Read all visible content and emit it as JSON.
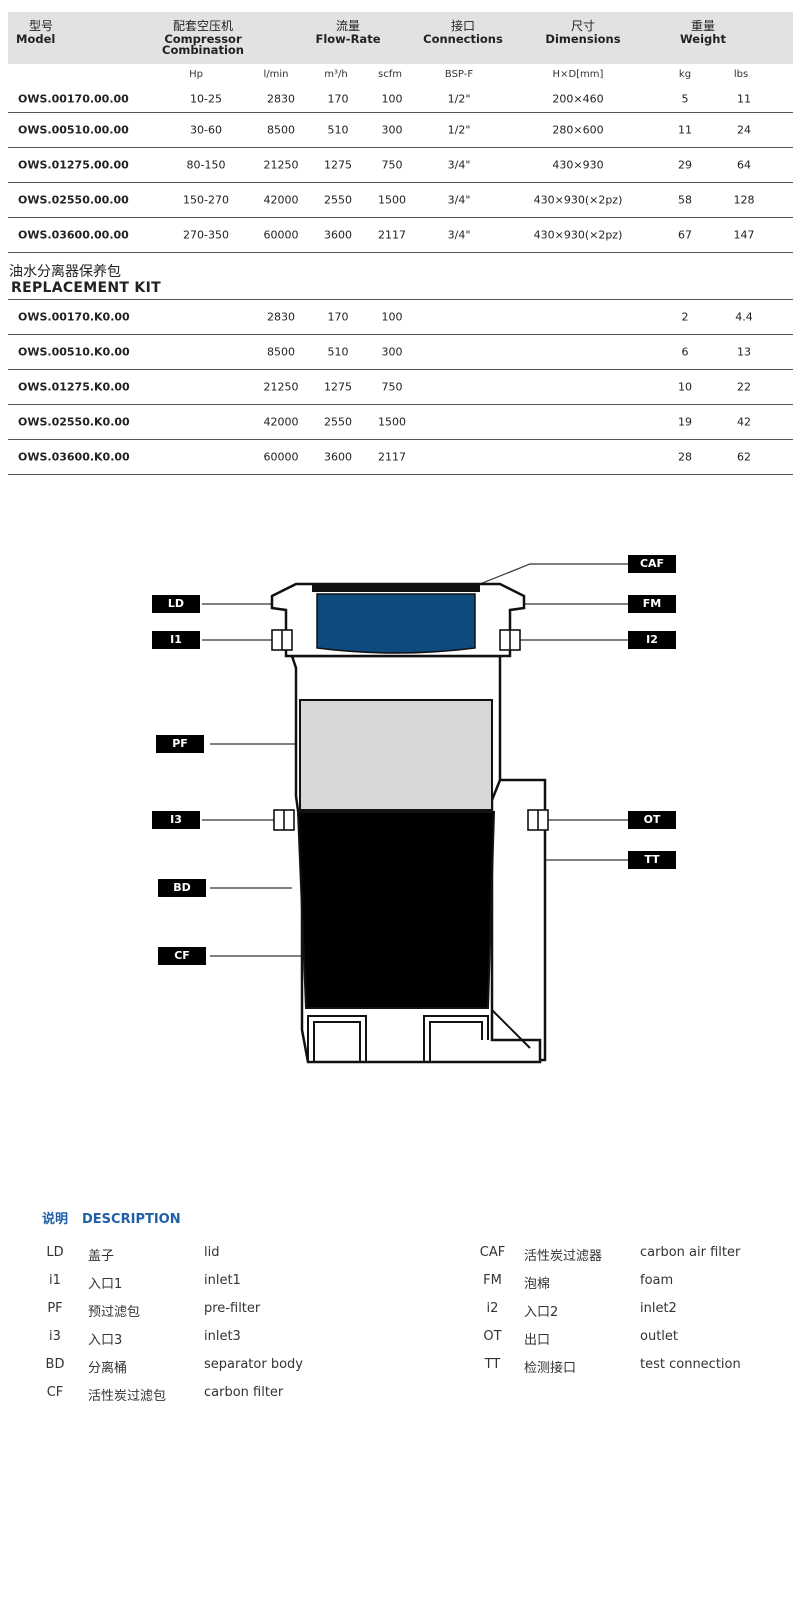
{
  "headers": {
    "model": {
      "zh": "型号",
      "en": "Model"
    },
    "compressor": {
      "zh": "配套空压机",
      "en1": "Compressor",
      "en2": "Combination"
    },
    "flow": {
      "zh": "流量",
      "en": "Flow-Rate"
    },
    "conn": {
      "zh": "接口",
      "en": "Connections"
    },
    "dim": {
      "zh": "尺寸",
      "en": "Dimensions"
    },
    "weight": {
      "zh": "重量",
      "en": "Weight"
    }
  },
  "units": {
    "hp": "Hp",
    "lmin": "l/min",
    "m3h": "m³/h",
    "scfm": "scfm",
    "bsp": "BSP-F",
    "hd": "H×D[mm]",
    "kg": "kg",
    "lbs": "lbs"
  },
  "models": [
    {
      "model": "OWS.00170.00.00",
      "hp": "10-25",
      "lmin": "2830",
      "m3h": "170",
      "scfm": "100",
      "bsp": "1/2\"",
      "hd": "200×460",
      "kg": "5",
      "lbs": "11"
    },
    {
      "model": "OWS.00510.00.00",
      "hp": "30-60",
      "lmin": "8500",
      "m3h": "510",
      "scfm": "300",
      "bsp": "1/2\"",
      "hd": "280×600",
      "kg": "11",
      "lbs": "24"
    },
    {
      "model": "OWS.01275.00.00",
      "hp": "80-150",
      "lmin": "21250",
      "m3h": "1275",
      "scfm": "750",
      "bsp": "3/4\"",
      "hd": "430×930",
      "kg": "29",
      "lbs": "64"
    },
    {
      "model": "OWS.02550.00.00",
      "hp": "150-270",
      "lmin": "42000",
      "m3h": "2550",
      "scfm": "1500",
      "bsp": "3/4\"",
      "hd": "430×930(×2pz)",
      "kg": "58",
      "lbs": "128"
    },
    {
      "model": "OWS.03600.00.00",
      "hp": "270-350",
      "lmin": "60000",
      "m3h": "3600",
      "scfm": "2117",
      "bsp": "3/4\"",
      "hd": "430×930(×2pz)",
      "kg": "67",
      "lbs": "147"
    }
  ],
  "kit": {
    "title_zh": "油水分离器保养包",
    "title_en": "REPLACEMENT KIT",
    "rows": [
      {
        "model": "OWS.00170.K0.00",
        "lmin": "2830",
        "m3h": "170",
        "scfm": "100",
        "kg": "2",
        "lbs": "4.4"
      },
      {
        "model": "OWS.00510.K0.00",
        "lmin": "8500",
        "m3h": "510",
        "scfm": "300",
        "kg": "6",
        "lbs": "13"
      },
      {
        "model": "OWS.01275.K0.00",
        "lmin": "21250",
        "m3h": "1275",
        "scfm": "750",
        "kg": "10",
        "lbs": "22"
      },
      {
        "model": "OWS.02550.K0.00",
        "lmin": "42000",
        "m3h": "2550",
        "scfm": "1500",
        "kg": "19",
        "lbs": "42"
      },
      {
        "model": "OWS.03600.K0.00",
        "lmin": "60000",
        "m3h": "3600",
        "scfm": "2117",
        "kg": "28",
        "lbs": "62"
      }
    ]
  },
  "diagram_labels": {
    "caf": "CAF",
    "ld": "LD",
    "fm": "FM",
    "i1": "I1",
    "i2": "I2",
    "pf": "PF",
    "i3": "I3",
    "ot": "OT",
    "tt": "TT",
    "bd": "BD",
    "cf": "CF"
  },
  "colors": {
    "foam": "#0e4a7e",
    "prefilter": "#d8d8d9",
    "carbon": "#000000",
    "header_bg": "#e2e2e3",
    "desc_title": "#1f5fa8"
  },
  "description": {
    "title_zh": "说明",
    "title_en": "DESCRIPTION",
    "left": [
      {
        "code": "LD",
        "zh": "盖子",
        "en": "lid"
      },
      {
        "code": "i1",
        "zh": "入口1",
        "en": "inlet1"
      },
      {
        "code": "PF",
        "zh": "预过滤包",
        "en": "pre-filter"
      },
      {
        "code": "i3",
        "zh": "入口3",
        "en": "inlet3"
      },
      {
        "code": "BD",
        "zh": "分离桶",
        "en": "separator body"
      },
      {
        "code": "CF",
        "zh": "活性炭过滤包",
        "en": "carbon filter"
      }
    ],
    "right": [
      {
        "code": "CAF",
        "zh": "活性炭过滤器",
        "en": "carbon air filter"
      },
      {
        "code": "FM",
        "zh": "泡棉",
        "en": "foam"
      },
      {
        "code": "i2",
        "zh": "入口2",
        "en": "inlet2"
      },
      {
        "code": "OT",
        "zh": "出口",
        "en": "outlet"
      },
      {
        "code": "TT",
        "zh": "检测接口",
        "en": "test connection"
      }
    ]
  }
}
